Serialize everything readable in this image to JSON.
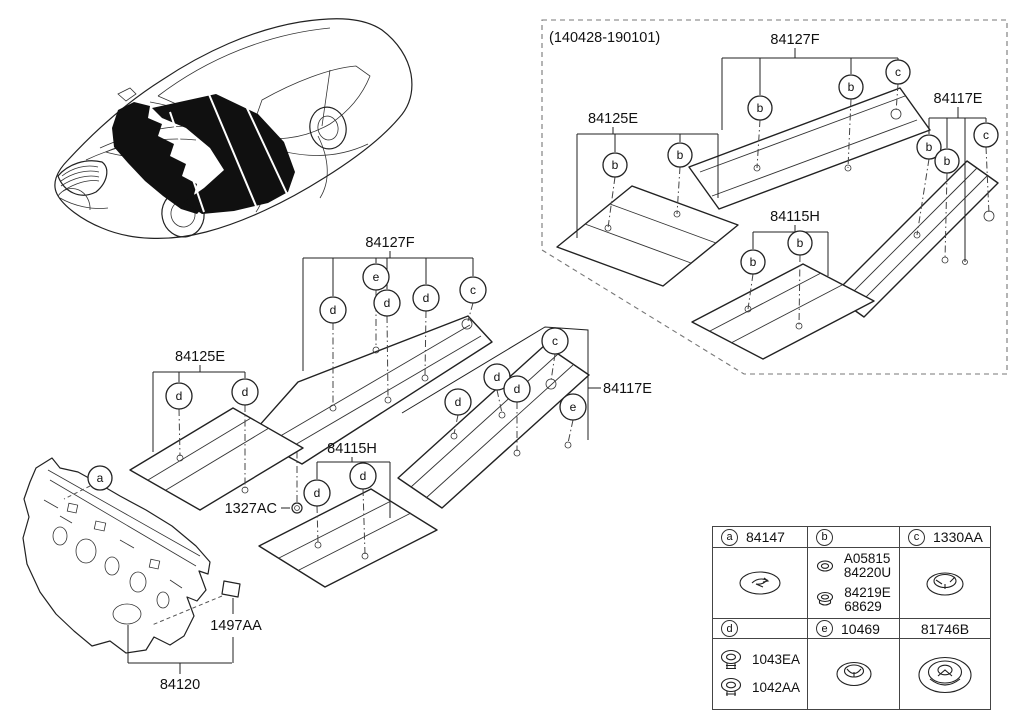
{
  "diagram": {
    "variant_box": {
      "date_range": "(140428-190101)",
      "labels": {
        "cover_84127f": "84127F",
        "pad_84125e": "84125E",
        "cover_84117e": "84117E",
        "pad_84115h": "84115H"
      }
    },
    "main": {
      "labels": {
        "cover_84127f": "84127F",
        "pad_84125e": "84125E",
        "cover_84117e": "84117E",
        "pad_84115h": "84115H",
        "clip_1327ac": "1327AC",
        "pad_1497aa": "1497AA",
        "panel_84120": "84120"
      }
    },
    "callout_letters": {
      "a": "a",
      "b": "b",
      "c": "c",
      "d": "d",
      "e": "e"
    }
  },
  "legend": {
    "a": {
      "letter": "a",
      "part": "84147"
    },
    "b": {
      "letter": "b",
      "rows": [
        {
          "line1": "A05815",
          "line2": "84220U"
        },
        {
          "line1": "84219E",
          "line2": "68629"
        }
      ]
    },
    "c": {
      "letter": "c",
      "part": "1330AA"
    },
    "d": {
      "letter": "d",
      "rows": [
        {
          "part": "1043EA"
        },
        {
          "part": "1042AA"
        }
      ]
    },
    "e": {
      "letter": "e",
      "part": "10469"
    },
    "f": {
      "part": "81746B"
    }
  }
}
